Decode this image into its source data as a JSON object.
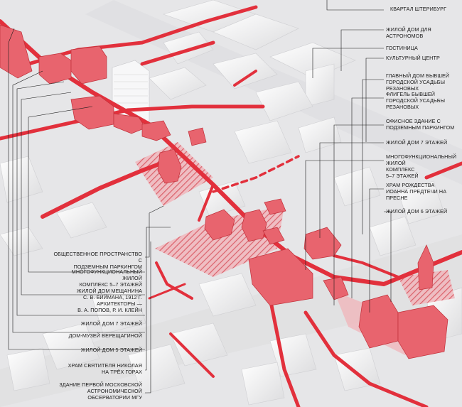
{
  "labels_right": [
    {
      "id": "kvartal",
      "text": "Квартал Штерибург"
    },
    {
      "id": "zhiloy-astronomov",
      "text": "Жилой дом для астрономов"
    },
    {
      "id": "gostinitsa",
      "text": "Гостиница"
    },
    {
      "id": "kulturny-tsentr",
      "text": "Культурный центр"
    },
    {
      "id": "glavny-dom",
      "text": "Главный дом бывшей\nгородской усадьбы Резановых"
    },
    {
      "id": "fligel",
      "text": "Флигель бывшей\nгородской усадьбы\nРезановых"
    },
    {
      "id": "ofisnoe",
      "text": "Офисное здание с\nподземным паркингом"
    },
    {
      "id": "zhiloy-7-right",
      "text": "Жилой дом 7 этажей"
    },
    {
      "id": "mfk-right",
      "text": "Многофункциональный жилой\nкомплекс\n5–7 этажей"
    },
    {
      "id": "hram-rozhdestva",
      "text": "Храм Рождества\nИоанна Предтечи на Пресне"
    },
    {
      "id": "zhiloy-6",
      "text": "Жилой дом 6 этажей"
    }
  ],
  "labels_left": [
    {
      "id": "obshchestvennoe",
      "text": "Общественное пространство с\nподземным паркингом"
    },
    {
      "id": "mfk-left",
      "text": "Многофункциональный жилой\nкомплекс 5–7 этажей"
    },
    {
      "id": "dom-meshchanina",
      "text": "Жилой дом мещанина\nС. В. Биймана, 1912 г.\nАрхитекторы —\nВ. А. Попов, Р. И. Клейн"
    },
    {
      "id": "zhiloy-7-left",
      "text": "Жилой дом 7 этажей"
    },
    {
      "id": "dom-muzey",
      "text": "Дом-музей Верещагиной"
    },
    {
      "id": "zhiloy-5",
      "text": "Жилой дом 5 этажей"
    },
    {
      "id": "hram-nikolaya",
      "text": "Храм Святителя Николая\nна Трёх Горах"
    },
    {
      "id": "observatoriya",
      "text": "Здание первой Московской\nастрономической\nобсерватории МГУ"
    }
  ],
  "colors": {
    "accent_red": "#e2303c",
    "red_fill": "#e8646e",
    "hatch_red": "#d94a55",
    "ground": "#e9e9ea",
    "building": "#f6f6f7",
    "line": "#1a1a1a"
  }
}
